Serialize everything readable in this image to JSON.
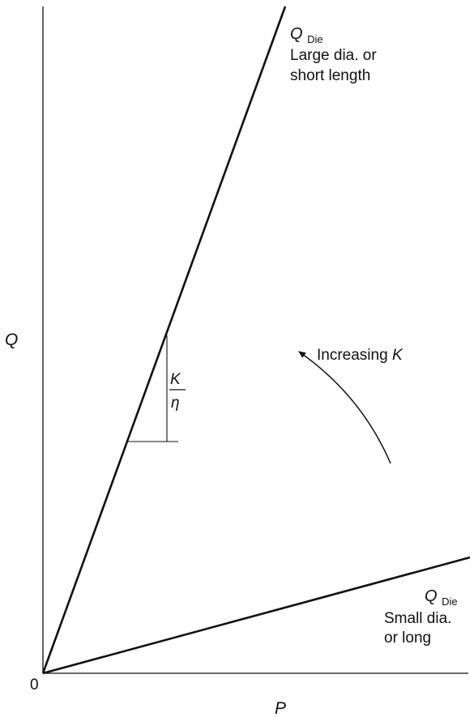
{
  "axes": {
    "y_label": "Q",
    "x_label": "P",
    "origin_label": "0"
  },
  "lines": {
    "steep": {
      "q_main": "Q",
      "q_sub": "Die",
      "caption_line1": "Large dia. or",
      "caption_line2": "short length"
    },
    "shallow": {
      "q_main": "Q",
      "q_sub": "Die",
      "caption_line1": "Small dia.",
      "caption_line2": "or long"
    }
  },
  "slope_triangle": {
    "numerator": "K",
    "denominator": "η"
  },
  "annotation": {
    "text": "Increasing ",
    "symbol": "K"
  }
}
